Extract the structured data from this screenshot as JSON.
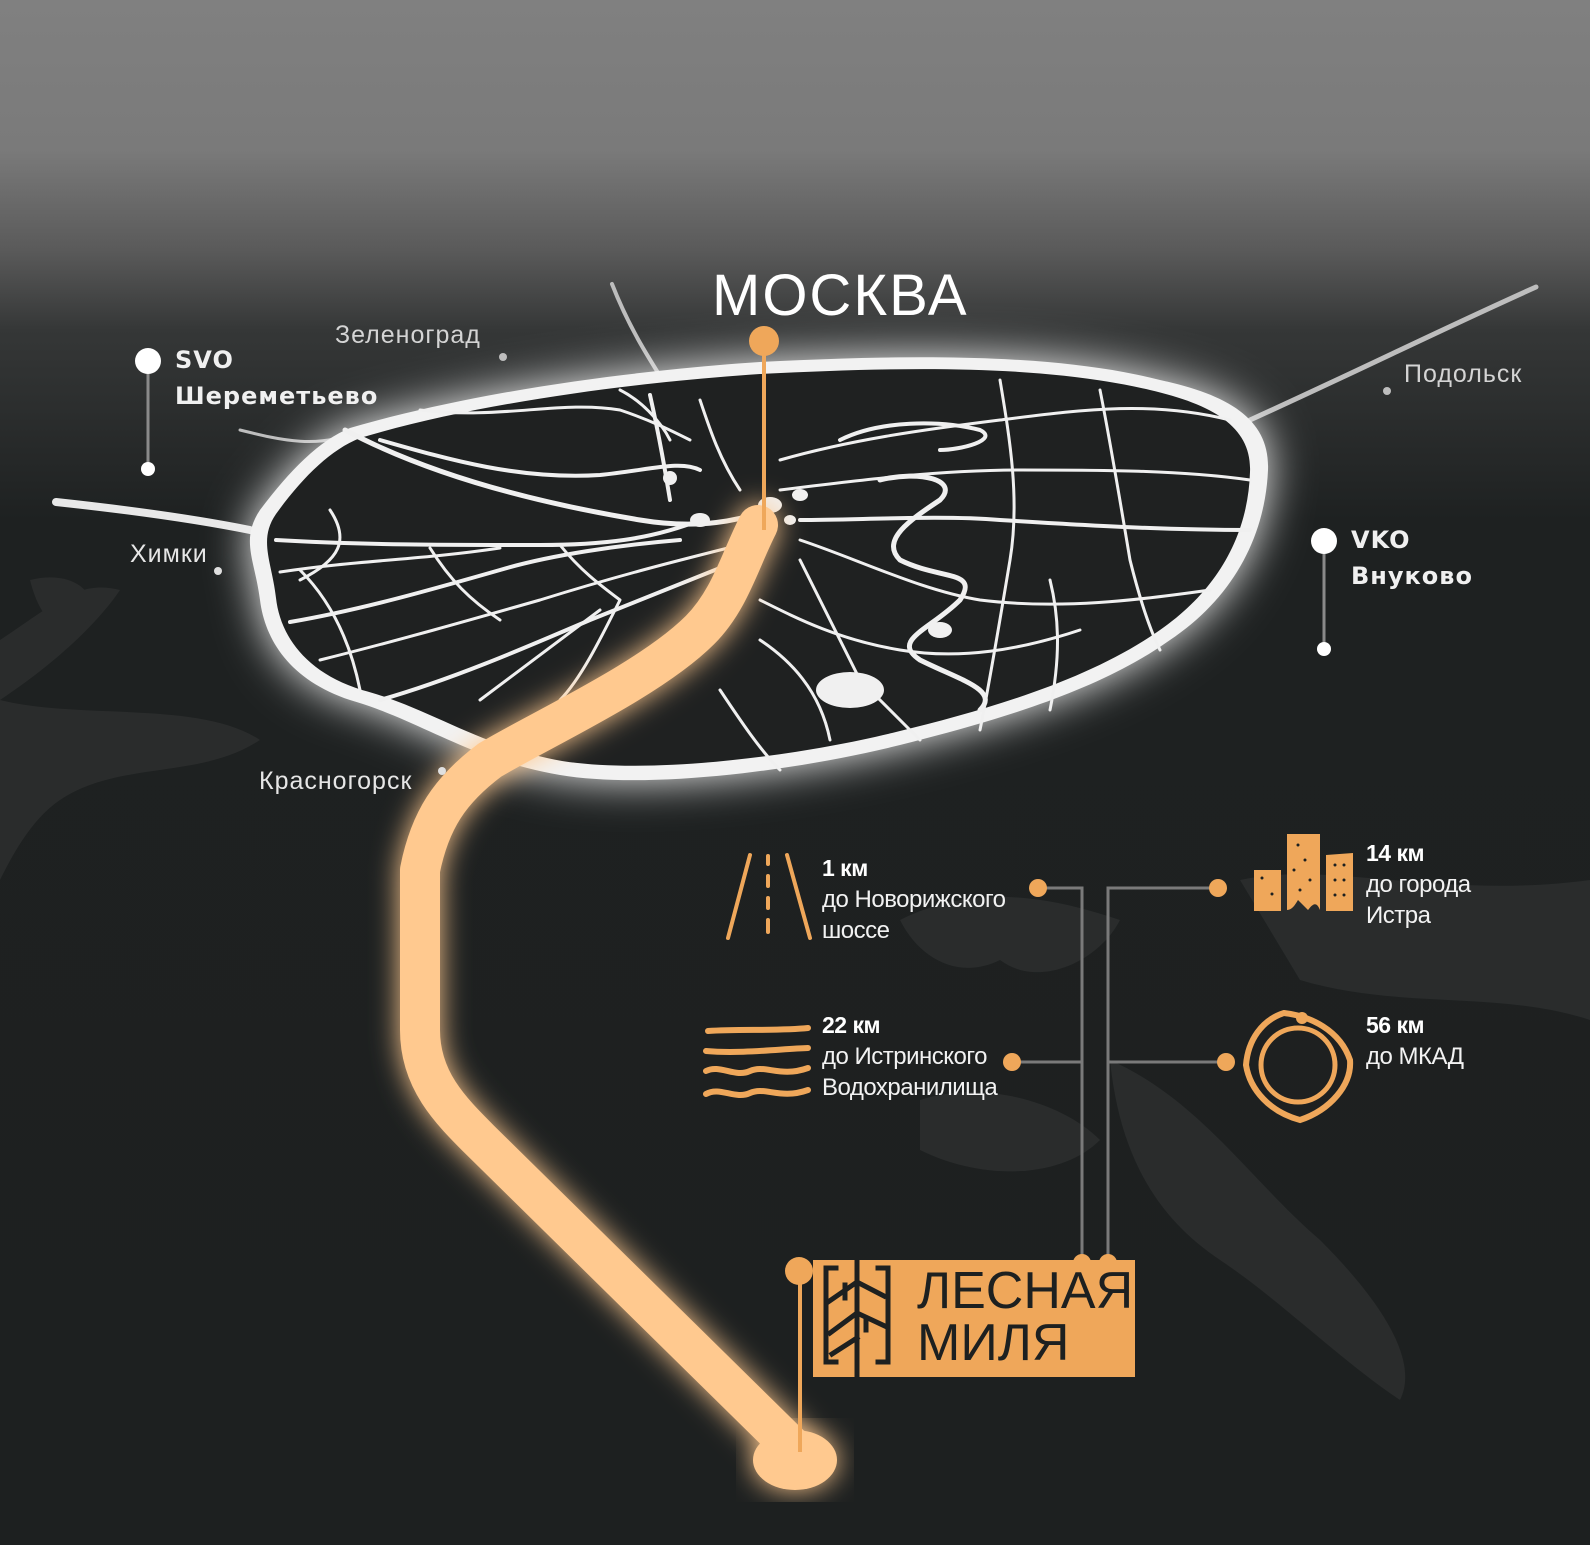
{
  "map": {
    "title": "МОСКВА",
    "accent_color": "#efa75a",
    "route_color": "#ffc98f",
    "background_top": "#808080",
    "background_bottom": "#1d2020"
  },
  "cities": [
    {
      "name": "Зеленоград"
    },
    {
      "name": "Подольск"
    },
    {
      "name": "Химки"
    },
    {
      "name": "Красногорск"
    }
  ],
  "airports": [
    {
      "code": "SVO",
      "name": "Шереметьево"
    },
    {
      "code": "VKO",
      "name": "Внуково"
    }
  ],
  "distances": [
    {
      "km": "1 км",
      "line1": "до Новорижского",
      "line2": "шоссе",
      "icon": "road-icon"
    },
    {
      "km": "14 км",
      "line1": "до города",
      "line2": "Истра",
      "icon": "city-buildings-icon"
    },
    {
      "km": "22 км",
      "line1": "до Истринского",
      "line2": "Водохранилища",
      "icon": "water-waves-icon"
    },
    {
      "km": "56 км",
      "line1": "до МКАД",
      "line2": "",
      "icon": "ring-road-icon"
    }
  ],
  "destination": {
    "line1": "ЛЕСНАЯ",
    "line2": "МИЛЯ",
    "icon": "tree-logo-icon"
  }
}
